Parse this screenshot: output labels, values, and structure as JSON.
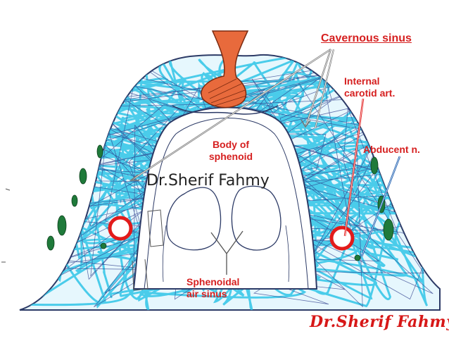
{
  "labels": {
    "cavernous_sinus": "Cavernous sinus",
    "internal_carotid_line1": "Internal",
    "internal_carotid_line2": "carotid art.",
    "abducent": "Abducent n.",
    "body_line1": "Body of",
    "body_line2": "sphenoid",
    "air_line1": "Sphenoidal",
    "air_line2": "air sinus"
  },
  "watermark": "Dr.Sherif Fahmy",
  "signature": "Dr.Sherif Fahmy",
  "colors": {
    "label_red": "#d62020",
    "label_blue": "#1a1a8c",
    "cyan_scribble": "#2ec4e6",
    "outline": "#2c3a66",
    "pituitary": "#e86a3c",
    "artery": "#e21b1b",
    "nerve": "#1f7a3a",
    "arrow_blue": "#1f5fb0"
  }
}
